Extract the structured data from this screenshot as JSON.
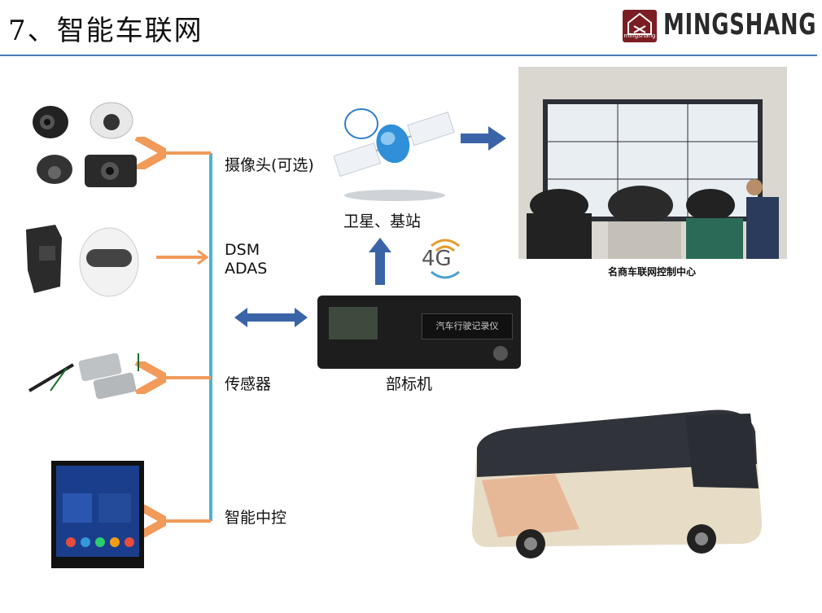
{
  "header": {
    "title": "7、智能车联网",
    "logo_text": "MINGSHANG",
    "logo_subtext": "mingshang"
  },
  "diagram": {
    "left_labels": {
      "camera": "摄像头(可选)",
      "dsm": "DSM",
      "adas": "ADAS",
      "sensor": "传感器",
      "smart_control": "智能中控"
    },
    "satellite_label": "卫星、基站",
    "network_label": "4G",
    "terminal_label": "部标机",
    "terminal_screen_text": "汽车行驶记录仪",
    "control_center_caption": "名商车联网控制中心"
  },
  "colors": {
    "rule": "#4a7bb7",
    "bus_line": "#4bb3cf",
    "orange_arrow": "#f19a5a",
    "blue_arrow": "#3b64a8",
    "logo_bg": "#7a1e24"
  }
}
